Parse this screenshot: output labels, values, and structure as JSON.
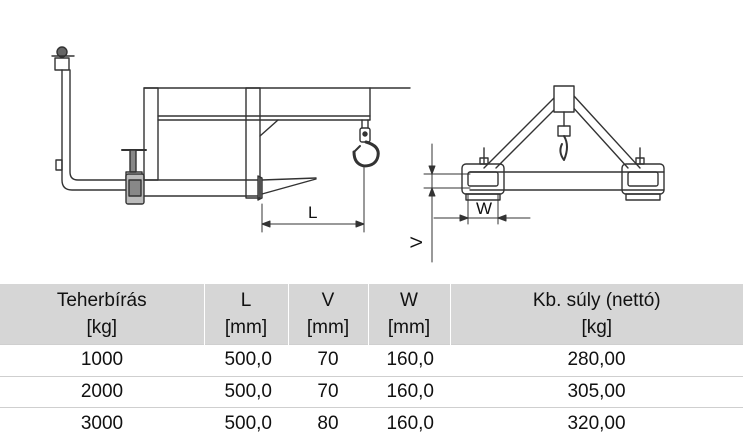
{
  "drawing": {
    "dim_L": "L",
    "dim_W": "W",
    "dim_V": "V"
  },
  "table": {
    "headers": [
      {
        "line1": "Teherbírás",
        "line2": "[kg]"
      },
      {
        "line1": "L",
        "line2": "[mm]"
      },
      {
        "line1": "V",
        "line2": "[mm]"
      },
      {
        "line1": "W",
        "line2": "[mm]"
      },
      {
        "line1": "Kb. súly (nettó)",
        "line2": "[kg]"
      }
    ],
    "rows": [
      [
        "1000",
        "500,0",
        "70",
        "160,0",
        "280,00"
      ],
      [
        "2000",
        "500,0",
        "70",
        "160,0",
        "305,00"
      ],
      [
        "3000",
        "500,0",
        "80",
        "160,0",
        "320,00"
      ]
    ]
  }
}
